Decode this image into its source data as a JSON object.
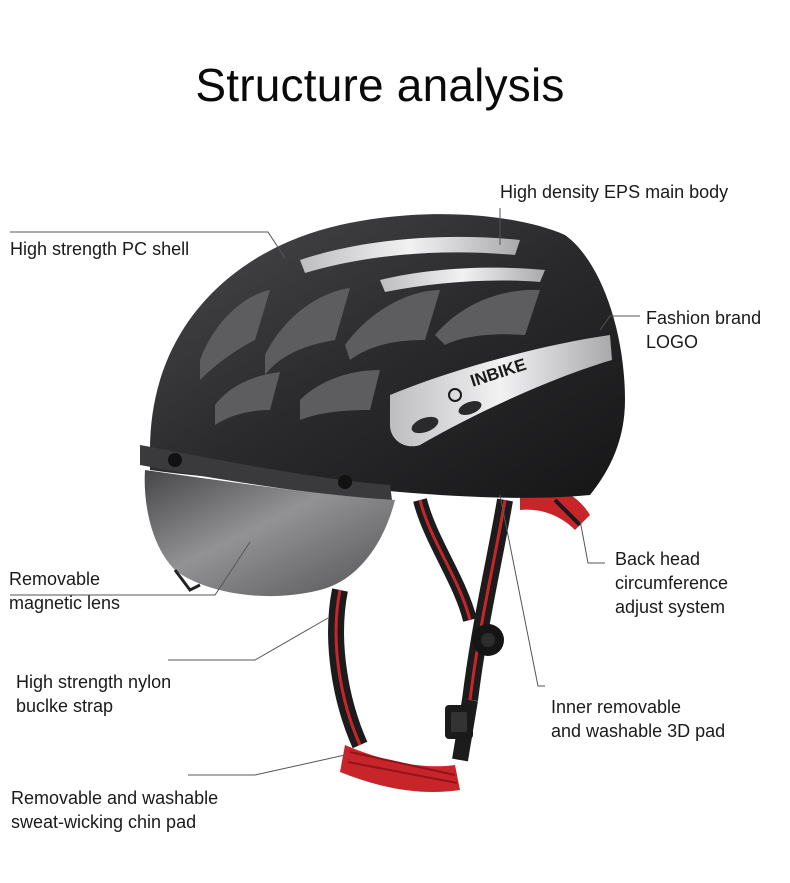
{
  "title": "Structure analysis",
  "brand_text": "INBIKE",
  "labels": {
    "eps_body": [
      "High density EPS main body"
    ],
    "pc_shell": [
      "High strength PC shell"
    ],
    "brand_logo": [
      "Fashion brand",
      "LOGO"
    ],
    "magnetic_lens": [
      "Removable",
      "magnetic lens"
    ],
    "back_head": [
      "Back head",
      "circumference",
      "adjust system"
    ],
    "nylon_strap": [
      "High strength nylon",
      "buclke strap"
    ],
    "inner_pad": [
      "Inner removable",
      "and washable 3D pad"
    ],
    "chin_pad": [
      "Removable and washable",
      "sweat-wicking chin pad"
    ]
  },
  "colors": {
    "shell": "#2a2a2c",
    "accent_silver": "#d9d9db",
    "lens": "#6b6b6e",
    "strap": "#1c1c1c",
    "strap_red": "#c8252b",
    "leader_line": "#555555"
  }
}
